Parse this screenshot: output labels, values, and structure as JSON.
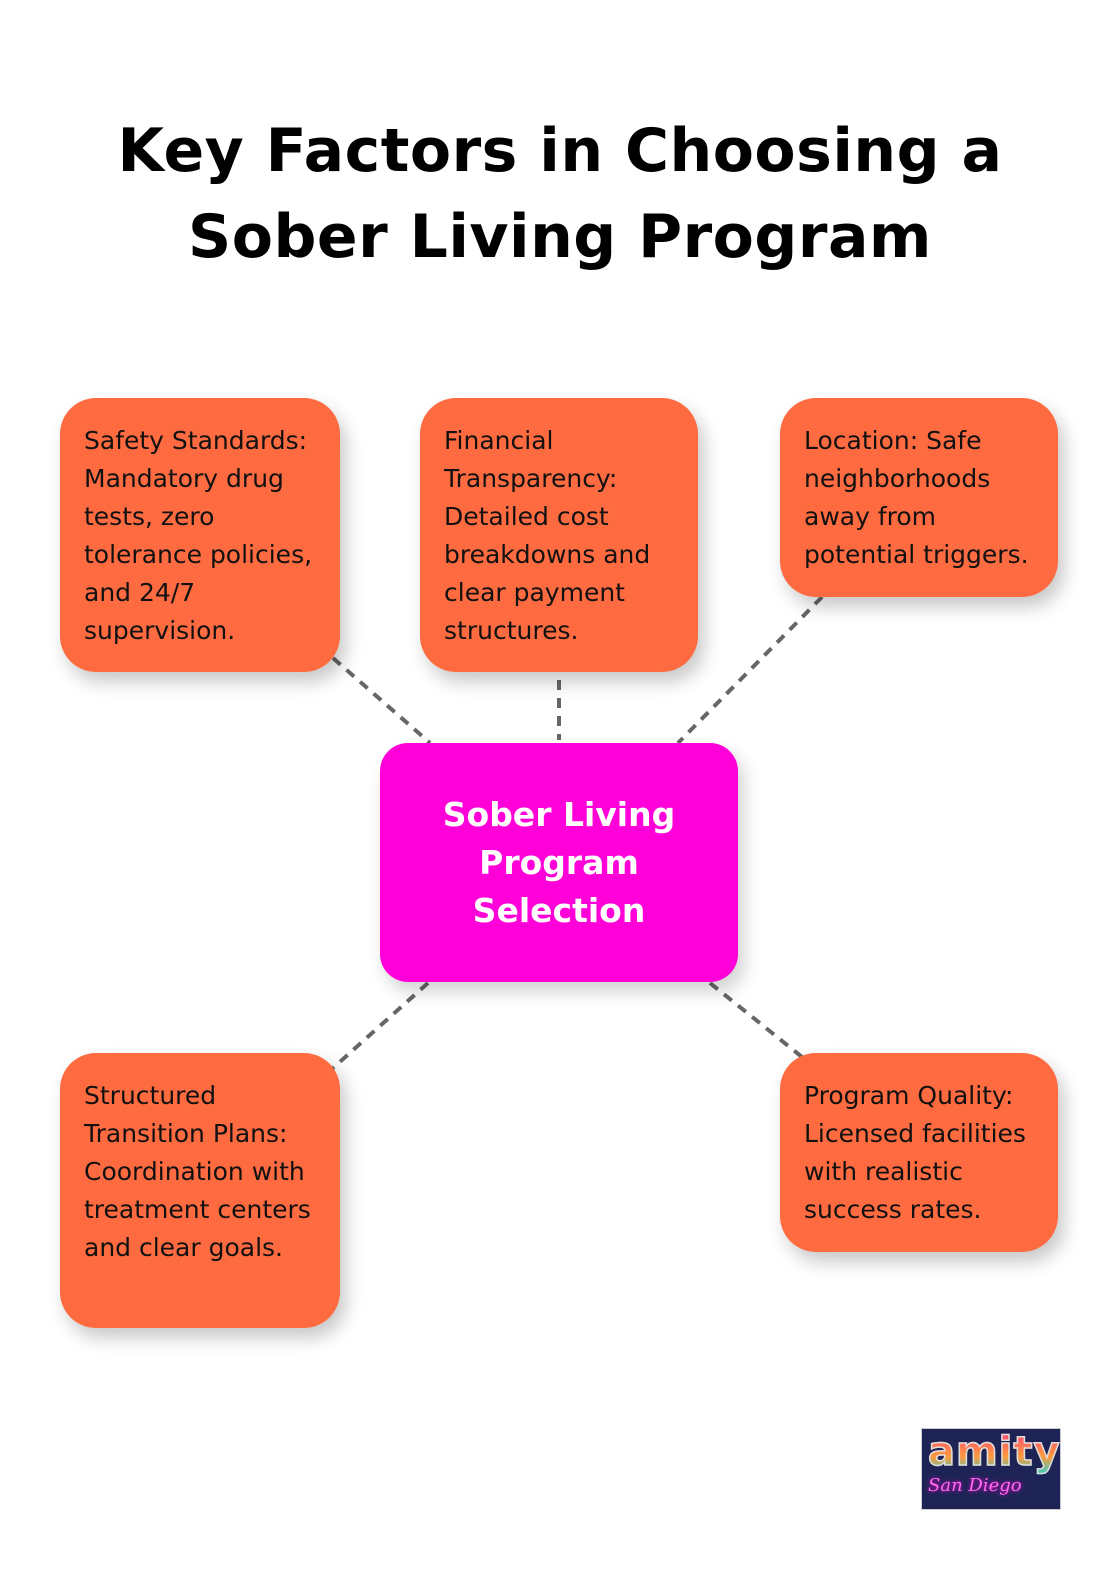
{
  "title_lines": [
    "Key Factors in Choosing a",
    "Sober Living Program"
  ],
  "center": {
    "label": "Sober Living Program Selection"
  },
  "factors": [
    {
      "text": "Safety Standards: Mandatory drug tests, zero tolerance policies, and 24/7 supervision."
    },
    {
      "text": "Financial Transparency: Detailed cost breakdowns and clear payment structures."
    },
    {
      "text": "Location: Safe neighborhoods away from potential triggers."
    },
    {
      "text": "Structured Transition Plans: Coordination with treatment centers and clear goals."
    },
    {
      "text": "Program Quality: Licensed facilities with realistic success rates."
    }
  ],
  "logo": {
    "word": "amity",
    "script": "San Diego"
  },
  "colors": {
    "factor": "#ff6b40",
    "center": "#ff00d8",
    "connector": "#666666"
  }
}
